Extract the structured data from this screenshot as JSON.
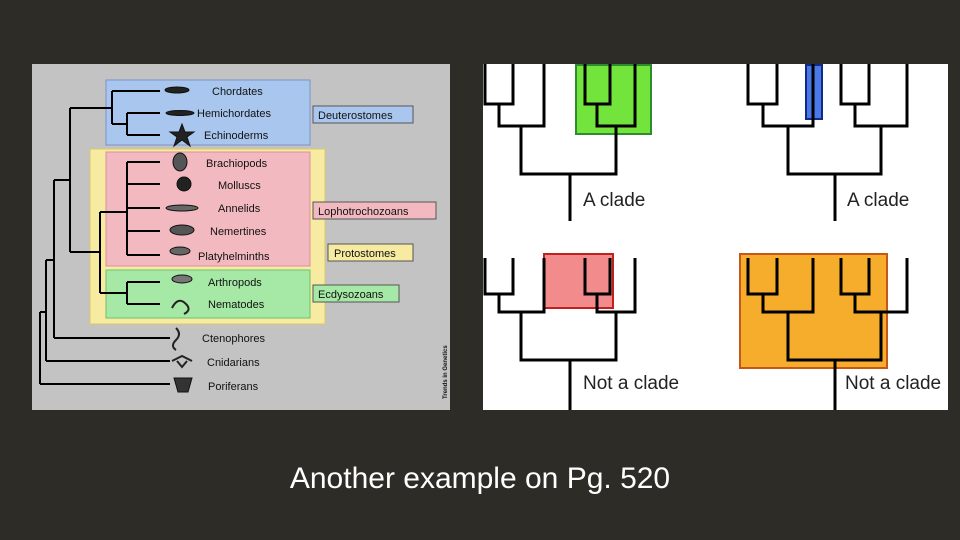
{
  "left_figure": {
    "taxa": [
      "Chordates",
      "Hemichordates",
      "Echinoderms",
      "Brachiopods",
      "Molluscs",
      "Annelids",
      "Nemertines",
      "Platyhelminths",
      "Arthropods",
      "Nematodes",
      "Ctenophores",
      "Cnidarians",
      "Poriferans"
    ],
    "groups": {
      "deuterostomes": "Deuterostomes",
      "lophotrochozoans": "Lophotrochozoans",
      "protostomes": "Protostomes",
      "ecdysozoans": "Ecdysozoans"
    },
    "credit": "Trends in Genetics",
    "colors": {
      "blue_box": "#a9c7ee",
      "pink_box": "#f3b9c0",
      "yellow_box": "#f6eba0",
      "green_box": "#a6e9a6"
    }
  },
  "right_figure": {
    "labels": [
      "A clade",
      "A clade",
      "Not a clade",
      "Not a clade"
    ],
    "colors": {
      "green": "#73e43c",
      "blue": "#4a78e6",
      "red": "#f28b8b",
      "orange": "#f5ad2b"
    }
  },
  "caption": "Another example on Pg. 520"
}
